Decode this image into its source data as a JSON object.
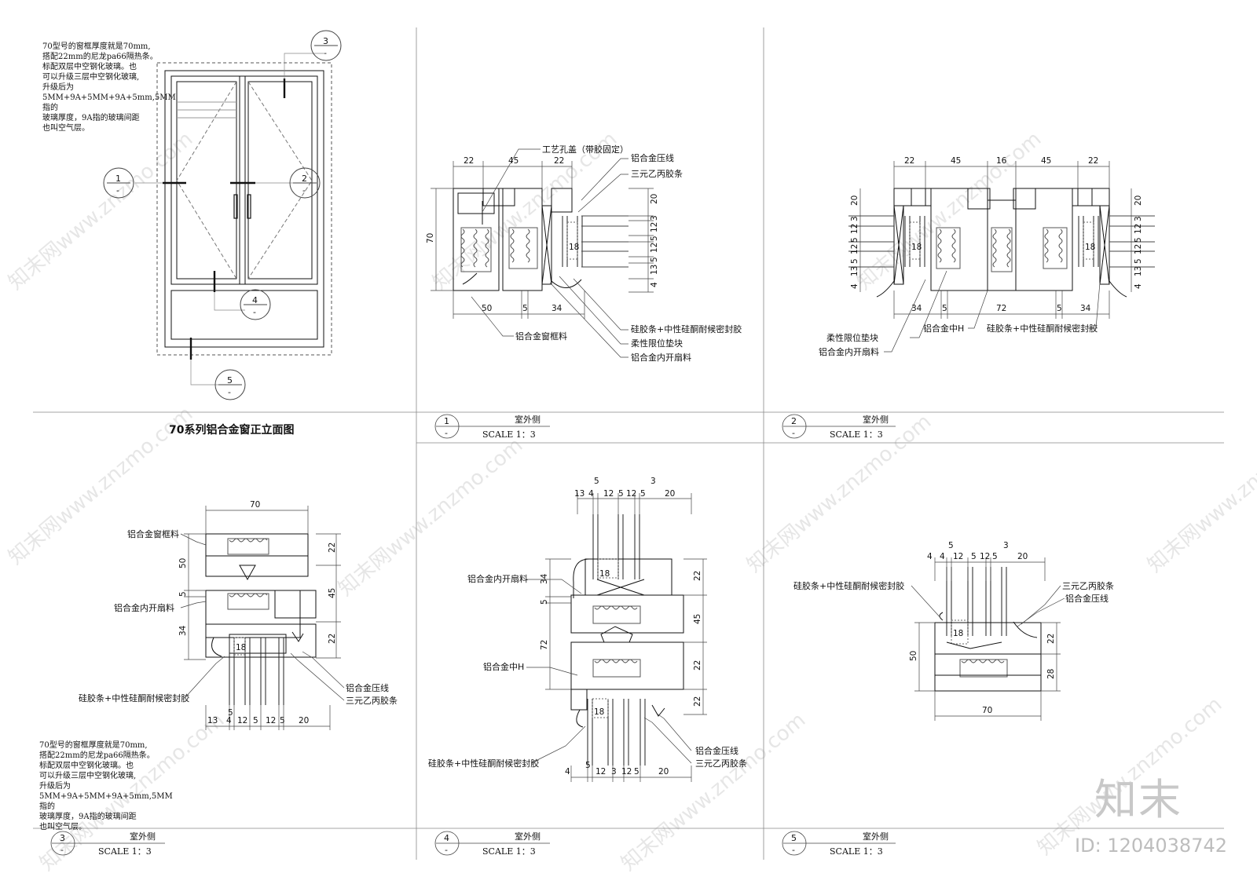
{
  "note_top": "70型号的窗框厚度就是70mm,\n搭配22mm的尼龙pa66隔热条。\n标配双层中空钢化玻璃。也\n可以升级三层中空钢化玻璃,\n升级后为\n5MM+9A+5MM+9A+5mm,5MM指的\n玻璃厚度，9A指的玻璃间距\n也叫空气层。",
  "note_bottom": "70型号的窗框厚度就是70mm,\n搭配22mm的尼龙pa66隔热条。\n标配双层中空钢化玻璃。也\n可以升级三层中空钢化玻璃,\n升级后为\n5MM+9A+5MM+9A+5mm,5MM指的\n玻璃厚度，9A指的玻璃间距\n也叫空气层。",
  "elevation_title": "70系列铝合金窗正立面图",
  "callouts": {
    "c1": "1",
    "c2": "2",
    "c3": "3",
    "c4": "4",
    "c5": "5",
    "dash": "-"
  },
  "panels": {
    "p1": {
      "num": "1",
      "side": "室外侧",
      "scale": "SCALE  1：3"
    },
    "p2": {
      "num": "2",
      "side": "室外侧",
      "scale": "SCALE  1：3"
    },
    "p3": {
      "num": "3",
      "side": "室外侧",
      "scale": "SCALE  1：3"
    },
    "p4": {
      "num": "4",
      "side": "室外侧",
      "scale": "SCALE  1：3"
    },
    "p5": {
      "num": "5",
      "side": "室外侧",
      "scale": "SCALE  1：3"
    }
  },
  "labels": {
    "gongyi": "工艺孔盖（带胶固定）",
    "yaxian": "铝合金压线",
    "jiaotiao": "三元乙丙胶条",
    "chuangkuang": "铝合金窗框料",
    "feng": "硅胶条+中性硅酮耐候密封胶",
    "dianku": "柔性限位垫块",
    "neikai": "铝合金内开扇料",
    "zhongting": "铝合金中H"
  },
  "dims": {
    "d1_top": [
      "22",
      "45",
      "22"
    ],
    "d1_left": "70",
    "d1_right": [
      "20",
      "3",
      "12",
      "5",
      "12",
      "5",
      "13",
      "4"
    ],
    "d1_bottom": [
      "50",
      "5",
      "34"
    ],
    "d2_top": [
      "22",
      "45",
      "16",
      "45",
      "22"
    ],
    "d2_bottom": [
      "34",
      "5",
      "72",
      "5",
      "34"
    ],
    "d2_side": [
      "20",
      "3",
      "12",
      "5",
      "12",
      "5",
      "13",
      "4"
    ],
    "d3_top": "70",
    "d3_left": [
      "50",
      "5",
      "34"
    ],
    "d3_right": [
      "22",
      "45",
      "22"
    ],
    "d3_bottom": [
      "13",
      "4",
      "12",
      "5",
      "12",
      "5",
      "20"
    ],
    "d3_mid": "5",
    "d4_top": [
      "13",
      "4",
      "12",
      "5",
      "12",
      "5",
      "20"
    ],
    "d4_top2": [
      "5",
      "3"
    ],
    "d4_left": [
      "34",
      "5",
      "72"
    ],
    "d4_right": [
      "22",
      "45",
      "22",
      "22"
    ],
    "d4_bottom": [
      "4",
      "12",
      "3",
      "12",
      "5",
      "20"
    ],
    "d4_bottom2": "5",
    "d5_top": [
      "4",
      "4",
      "12",
      "5",
      "12",
      "5",
      "20"
    ],
    "d5_top2": [
      "5",
      "3"
    ],
    "d5_left": "50",
    "d5_right": [
      "22",
      "28"
    ],
    "d5_bottom": "70",
    "glass18": "18"
  },
  "watermark": "知末网www.znzmo.com",
  "logo": "知末",
  "id": "ID: 1204038742"
}
